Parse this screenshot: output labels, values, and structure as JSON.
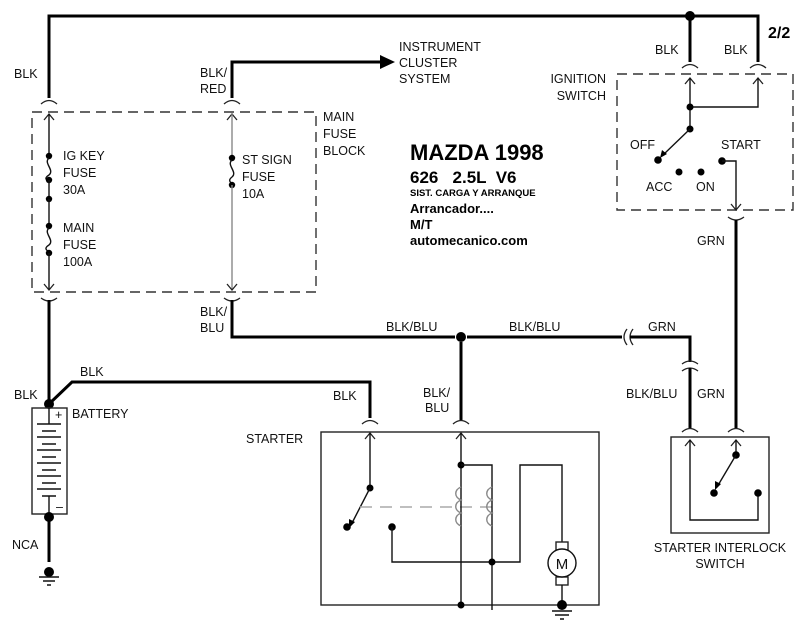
{
  "page": {
    "number": "2/2"
  },
  "title_block": {
    "make_year": "MAZDA 1998",
    "model_engine": "626   2.5L  V6",
    "system": "SIST. CARGA Y ARRANQUE",
    "circuit": "Arrancador....",
    "transmission": "M/T",
    "website": "automecanico.com"
  },
  "components": {
    "main_fuse_block": {
      "label_lines": [
        "MAIN",
        "FUSE",
        "BLOCK"
      ]
    },
    "ig_key_fuse": {
      "label_lines": [
        "IG KEY",
        "FUSE",
        "30A"
      ]
    },
    "main_fuse": {
      "label_lines": [
        "MAIN",
        "FUSE",
        "100A"
      ]
    },
    "st_sign_fuse": {
      "label_lines": [
        "ST SIGN",
        "FUSE",
        "10A"
      ]
    },
    "instrument_cluster": {
      "label_lines": [
        "INSTRUMENT",
        "CLUSTER",
        "SYSTEM"
      ]
    },
    "ignition_switch": {
      "label_lines": [
        "IGNITION",
        "SWITCH"
      ],
      "positions": {
        "off": "OFF",
        "acc": "ACC",
        "on": "ON",
        "start": "START"
      }
    },
    "battery": {
      "label": "BATTERY",
      "plus": "+",
      "minus": "–"
    },
    "starter": {
      "label": "STARTER",
      "motor_symbol": "M"
    },
    "starter_interlock_switch": {
      "label_lines": [
        "STARTER INTERLOCK",
        "SWITCH"
      ]
    }
  },
  "wires": {
    "top_blk_left": "BLK",
    "blk_red_1": "BLK/",
    "blk_red_2": "RED",
    "ign_blk_1": "BLK",
    "ign_blk_2": "BLK",
    "blk_blu_fuse_1": "BLK/",
    "blk_blu_fuse_2": "BLU",
    "blk_blu_h1": "BLK/BLU",
    "blk_blu_h2": "BLK/BLU",
    "grn_conn": "GRN",
    "grn_ign": "GRN",
    "blk_blu_interlock": "BLK/BLU",
    "grn_interlock": "GRN",
    "batt_blk_upper": "BLK",
    "batt_blk_right": "BLK",
    "starter_blk": "BLK",
    "starter_blk_blu_1": "BLK/",
    "starter_blk_blu_2": "BLU",
    "ground_nca": "NCA"
  }
}
